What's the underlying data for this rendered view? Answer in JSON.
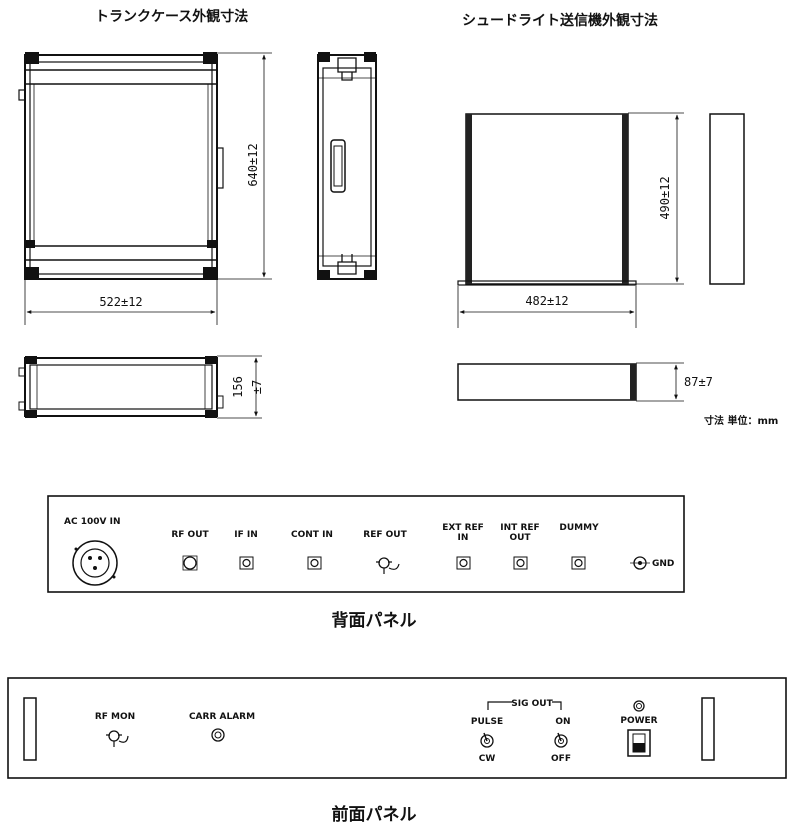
{
  "titles": {
    "trunk_case": "トランクケース外観寸法",
    "transmitter": "シュードライト送信機外観寸法",
    "rear_panel": "背面パネル",
    "front_panel": "前面パネル"
  },
  "trunk_dimensions": {
    "height": "640±12",
    "width": "522±12",
    "depth_line1": "156",
    "depth_line2": "±7"
  },
  "transmitter_dimensions": {
    "height": "490±12",
    "width": "482±12",
    "depth": "87±7",
    "unit": "寸法 単位：mm"
  },
  "rear_panel": {
    "labels": {
      "ac_in": "AC 100V IN",
      "rf_out": "RF OUT",
      "if_in": "IF IN",
      "cont_in": "CONT IN",
      "ref_out": "REF OUT",
      "ext_ref_1": "EXT REF",
      "ext_ref_2": "IN",
      "int_ref_1": "INT REF",
      "int_ref_2": "OUT",
      "dummy": "DUMMY",
      "gnd": "GND"
    }
  },
  "front_panel": {
    "labels": {
      "rf_mon": "RF MON",
      "carr_alarm": "CARR ALARM",
      "sig_out": "SIG OUT",
      "pulse": "PULSE",
      "cw": "CW",
      "on": "ON",
      "off": "OFF",
      "power": "POWER"
    }
  }
}
